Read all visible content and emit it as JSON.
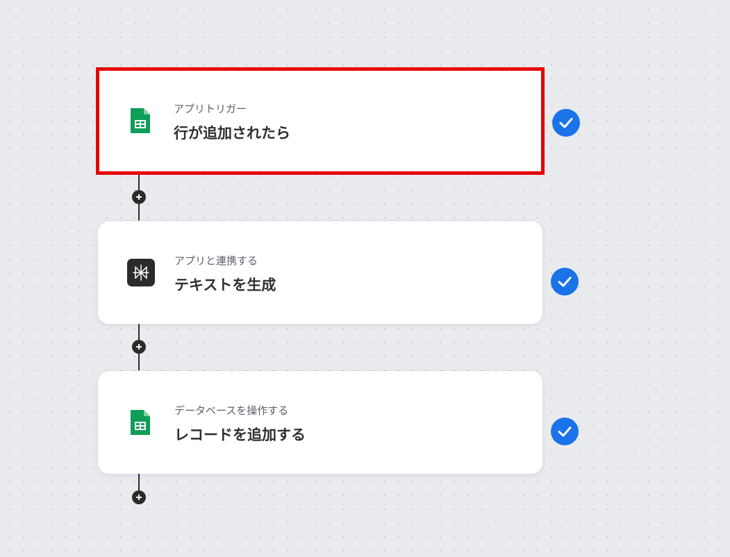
{
  "flow": {
    "steps": [
      {
        "subtitle": "アプリトリガー",
        "title": "行が追加されたら",
        "icon": "google-sheets-icon",
        "status": "completed",
        "selected": true
      },
      {
        "subtitle": "アプリと連携する",
        "title": "テキストを生成",
        "icon": "ai-text-generator-icon",
        "status": "completed",
        "selected": false
      },
      {
        "subtitle": "データベースを操作する",
        "title": "レコードを追加する",
        "icon": "google-sheets-icon",
        "status": "completed",
        "selected": false
      }
    ]
  },
  "colors": {
    "selection_border": "#e60000",
    "check_badge": "#1a73e8",
    "sheets_green": "#0f9d58",
    "connector": "#2b2b2b",
    "canvas_background": "#e9ebef"
  }
}
